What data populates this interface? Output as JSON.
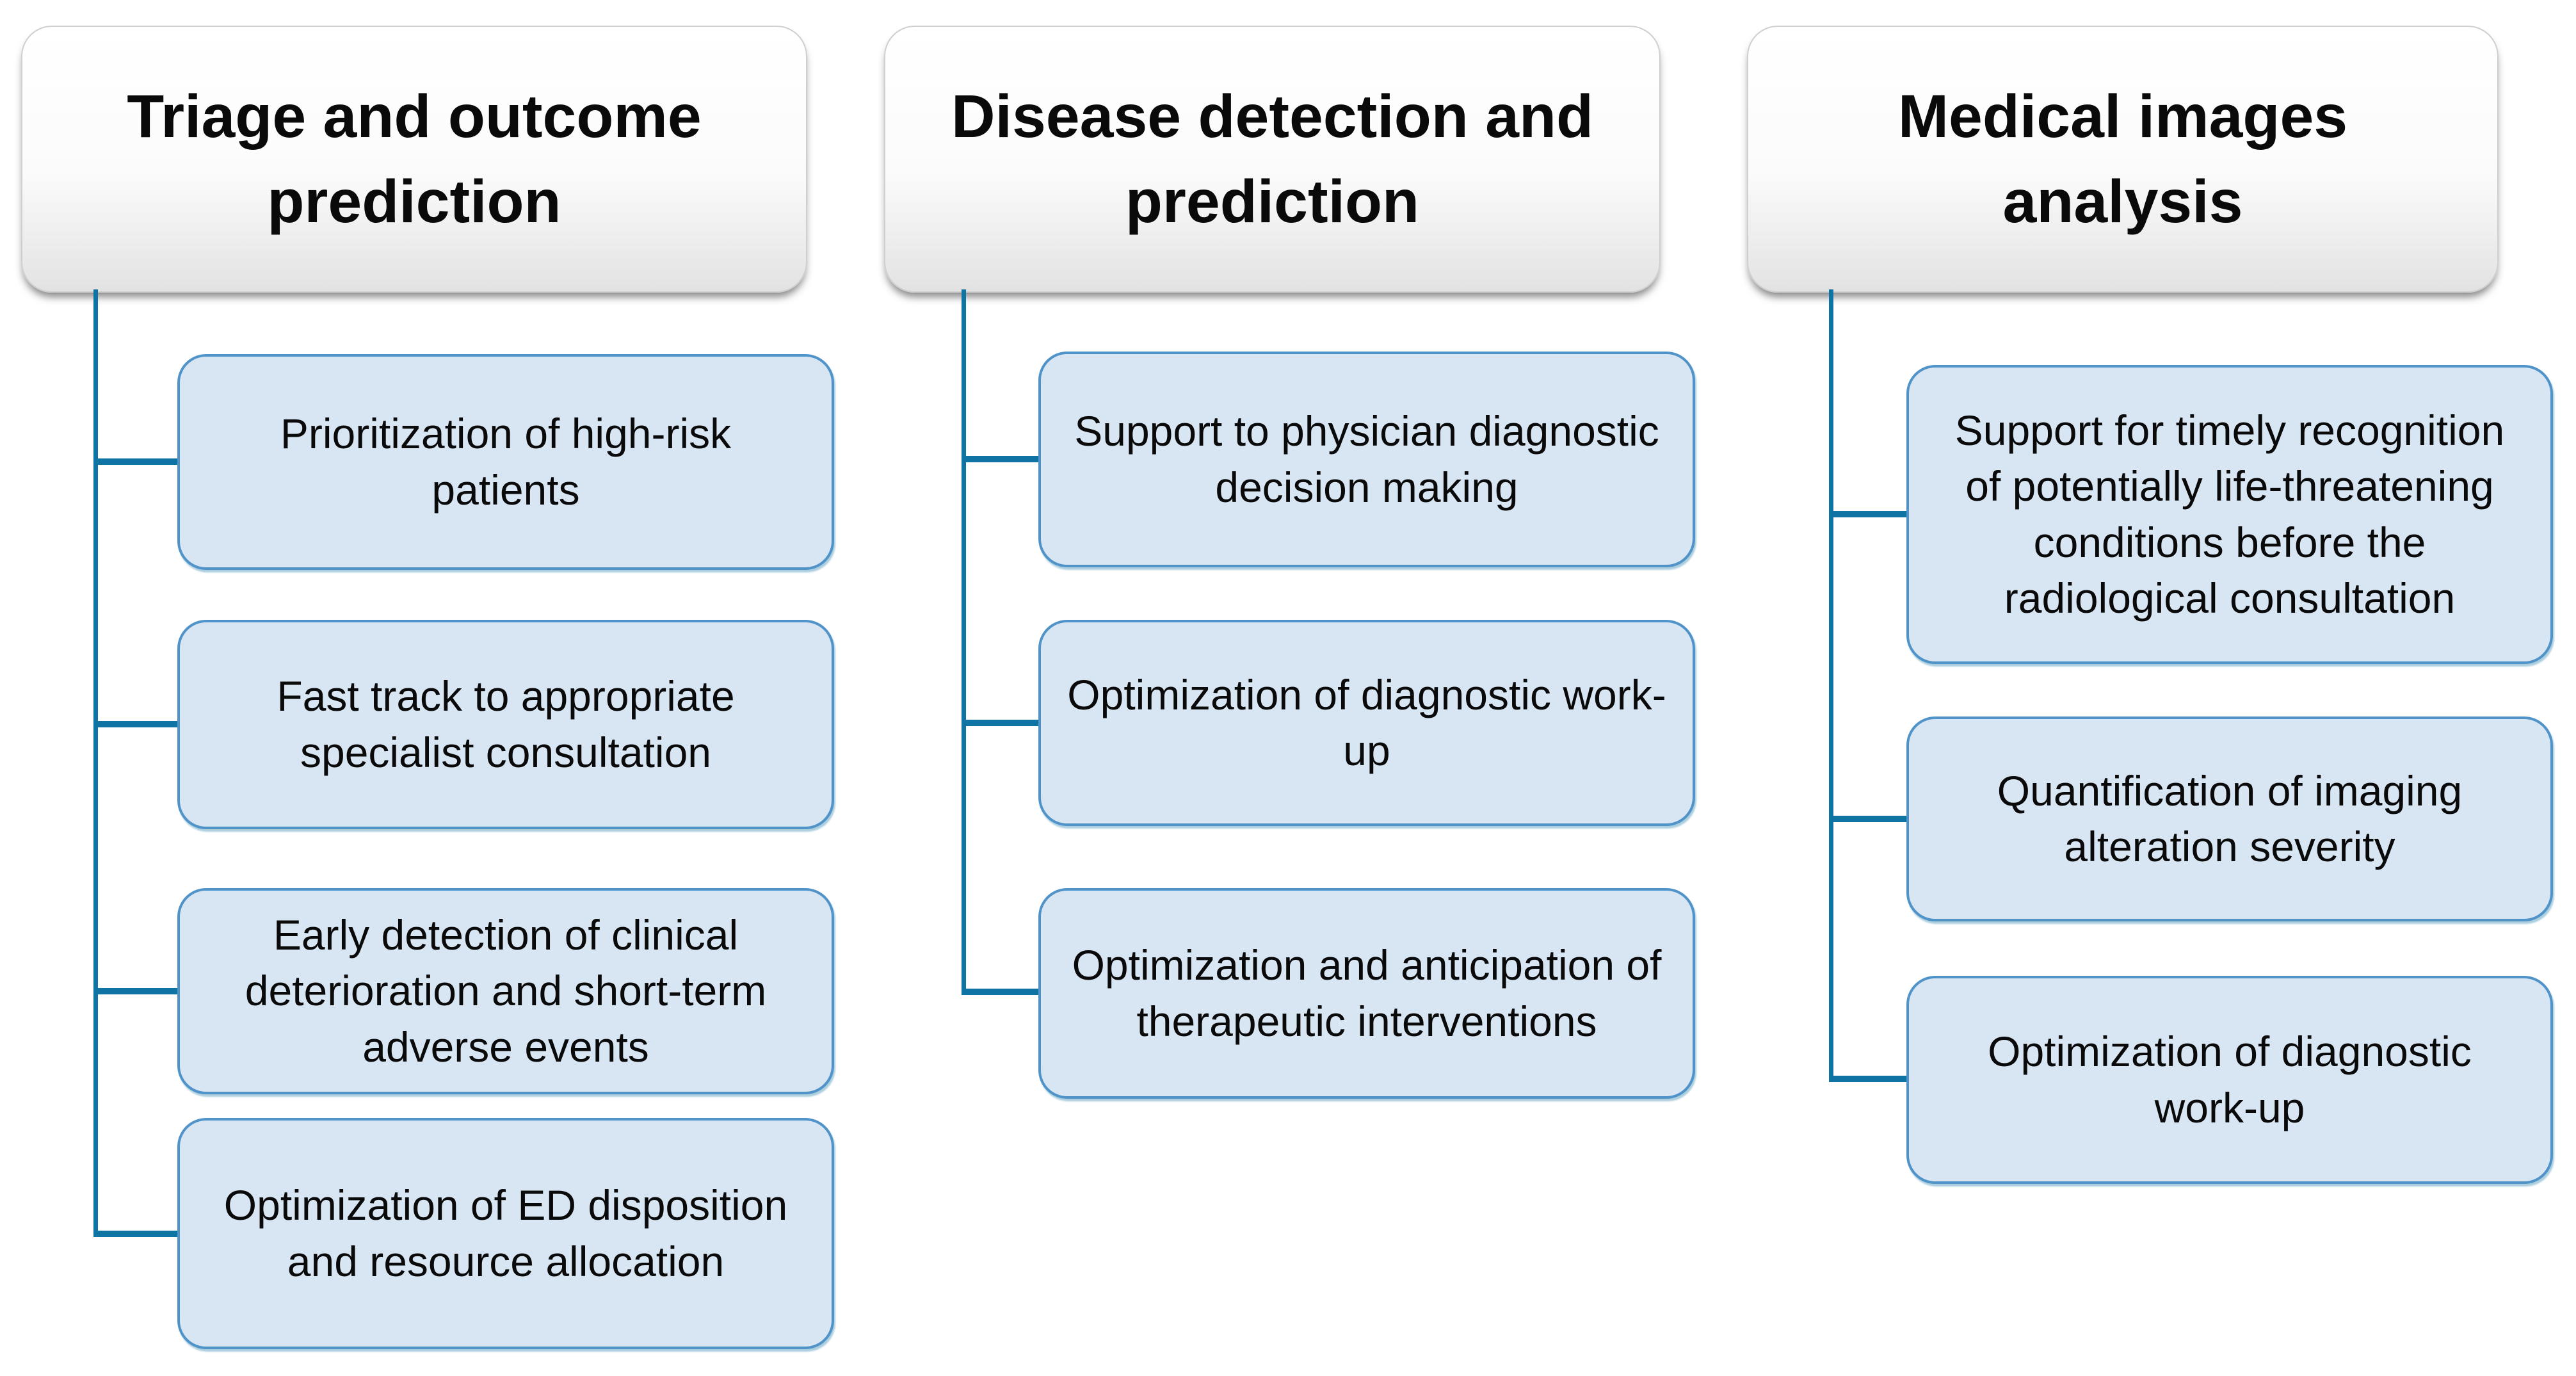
{
  "colors": {
    "connector": "#0f74a4",
    "node_fill": "#d8e5f3",
    "node_border": "#4f93c8",
    "header_border": "#cfcfcf",
    "text": "#0a0a0a"
  },
  "columns": [
    {
      "header": "Triage and outcome prediction",
      "items": [
        "Prioritization of high-risk patients",
        "Fast track to appropriate specialist consultation",
        "Early detection of clinical deterioration and short-term adverse events",
        "Optimization of ED disposition and resource allocation"
      ]
    },
    {
      "header": "Disease detection and prediction",
      "items": [
        "Support to physician diagnostic decision making",
        "Optimization of diagnostic work-up",
        "Optimization and anticipation of therapeutic interventions"
      ]
    },
    {
      "header": "Medical images analysis",
      "items": [
        "Support for timely recognition of potentially life-threatening conditions before the radiological consultation",
        "Quantification of imaging alteration severity",
        "Optimization of diagnostic work-up"
      ]
    }
  ]
}
